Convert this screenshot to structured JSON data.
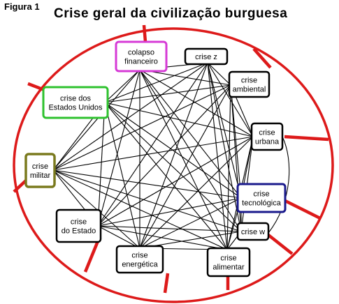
{
  "figure_label": "Figura 1",
  "title": "Crise geral da civilização burguesa",
  "colors": {
    "ring": "#dd1a1a",
    "connection": "#000000",
    "default_border": "#000000",
    "financial_border": "#d63ad6",
    "usa_border": "#2ec22e",
    "military_border": "#7a7a1e",
    "tech_border": "#1a1a8c"
  },
  "nodes": [
    {
      "id": "financeiro",
      "lines": [
        "colapso",
        "financeiro"
      ],
      "border_color": "#d63ad6"
    },
    {
      "id": "crise-z",
      "lines": [
        "crise z"
      ],
      "border_color": "#000000"
    },
    {
      "id": "ambiental",
      "lines": [
        "crise",
        "ambiental"
      ],
      "border_color": "#000000"
    },
    {
      "id": "urbana",
      "lines": [
        "crise",
        "urbana"
      ],
      "border_color": "#000000"
    },
    {
      "id": "tecnologica",
      "lines": [
        "crise",
        "tecnológica"
      ],
      "border_color": "#1a1a8c"
    },
    {
      "id": "crise-w",
      "lines": [
        "crise w"
      ],
      "border_color": "#000000"
    },
    {
      "id": "alimentar",
      "lines": [
        "crise",
        "alimentar"
      ],
      "border_color": "#000000"
    },
    {
      "id": "energetica",
      "lines": [
        "crise",
        "energética"
      ],
      "border_color": "#000000"
    },
    {
      "id": "estado",
      "lines": [
        "crise",
        "do Estado"
      ],
      "border_color": "#000000"
    },
    {
      "id": "militar",
      "lines": [
        "crise",
        "militar"
      ],
      "border_color": "#7a7a1e"
    },
    {
      "id": "eua",
      "lines": [
        "crise dos",
        "Estados Unidos"
      ],
      "border_color": "#2ec22e"
    }
  ],
  "connections": [
    [
      "financeiro",
      "crise-z"
    ],
    [
      "financeiro",
      "ambiental"
    ],
    [
      "financeiro",
      "urbana"
    ],
    [
      "financeiro",
      "tecnologica"
    ],
    [
      "financeiro",
      "crise-w"
    ],
    [
      "financeiro",
      "alimentar"
    ],
    [
      "financeiro",
      "energetica"
    ],
    [
      "financeiro",
      "estado"
    ],
    [
      "financeiro",
      "militar"
    ],
    [
      "financeiro",
      "eua"
    ],
    [
      "crise-z",
      "ambiental"
    ],
    [
      "crise-z",
      "urbana"
    ],
    [
      "crise-z",
      "tecnologica"
    ],
    [
      "crise-z",
      "crise-w"
    ],
    [
      "crise-z",
      "alimentar"
    ],
    [
      "crise-z",
      "energetica"
    ],
    [
      "crise-z",
      "estado"
    ],
    [
      "crise-z",
      "militar"
    ],
    [
      "crise-z",
      "eua"
    ],
    [
      "ambiental",
      "urbana"
    ],
    [
      "ambiental",
      "tecnologica"
    ],
    [
      "ambiental",
      "crise-w"
    ],
    [
      "ambiental",
      "alimentar"
    ],
    [
      "ambiental",
      "energetica"
    ],
    [
      "ambiental",
      "estado"
    ],
    [
      "ambiental",
      "militar"
    ],
    [
      "ambiental",
      "eua"
    ],
    [
      "urbana",
      "tecnologica"
    ],
    [
      "urbana",
      "crise-w"
    ],
    [
      "urbana",
      "alimentar"
    ],
    [
      "urbana",
      "energetica"
    ],
    [
      "urbana",
      "estado"
    ],
    [
      "urbana",
      "militar"
    ],
    [
      "urbana",
      "eua"
    ],
    [
      "tecnologica",
      "crise-w"
    ],
    [
      "tecnologica",
      "alimentar"
    ],
    [
      "tecnologica",
      "energetica"
    ],
    [
      "tecnologica",
      "estado"
    ],
    [
      "tecnologica",
      "militar"
    ],
    [
      "tecnologica",
      "eua"
    ],
    [
      "crise-w",
      "alimentar"
    ],
    [
      "crise-w",
      "energetica"
    ],
    [
      "crise-w",
      "estado"
    ],
    [
      "crise-w",
      "militar"
    ],
    [
      "crise-w",
      "eua"
    ],
    [
      "alimentar",
      "energetica"
    ],
    [
      "alimentar",
      "estado"
    ],
    [
      "alimentar",
      "militar"
    ],
    [
      "alimentar",
      "eua"
    ],
    [
      "energetica",
      "estado"
    ],
    [
      "energetica",
      "militar"
    ],
    [
      "energetica",
      "eua"
    ],
    [
      "estado",
      "militar"
    ],
    [
      "estado",
      "eua"
    ],
    [
      "militar",
      "eua"
    ]
  ]
}
